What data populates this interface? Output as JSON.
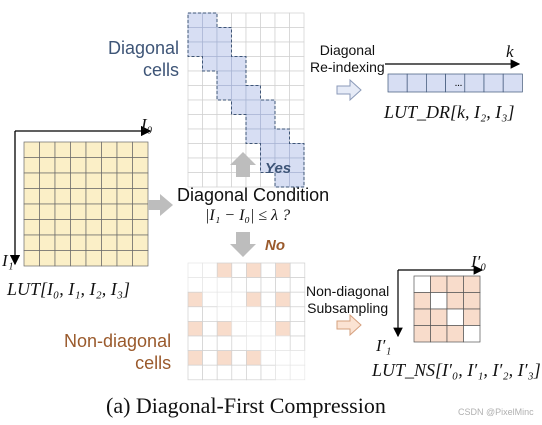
{
  "diagram": {
    "caption": "(a) Diagonal-First Compression",
    "watermark": "CSDN @PixelMinc",
    "source_lut": {
      "axis_top": "I₀",
      "axis_left": "I₁",
      "label": "LUT[I₀, I₁, I₂, I₃]",
      "fill": "#fbefc7",
      "line": "#555555"
    },
    "condition": {
      "title": "Diagonal Condition",
      "expr": "|I₁ − I₀| ≤ λ ?",
      "yes": "Yes",
      "no": "No"
    },
    "diagonal": {
      "label_line1": "Diagonal",
      "label_line2": "cells",
      "fill": "#d7def3",
      "color": "#3e5577"
    },
    "nondiagonal": {
      "label_line1": "Non-diagonal",
      "label_line2": "cells",
      "fill": "#f8dccb",
      "color": "#9a5a2c"
    },
    "reindex": {
      "line1": "Diagonal",
      "line2": "Re-indexing",
      "axis": "k",
      "ellipsis": "...",
      "label": "LUT_DR[k, I₂, I₃]"
    },
    "subsample": {
      "line1": "Non-diagonal",
      "line2": "Subsampling",
      "axis_top": "I′₀",
      "axis_left": "I′₁",
      "label": "LUT_NS[I′₀, I′₁, I′₂, I′₃]"
    }
  }
}
